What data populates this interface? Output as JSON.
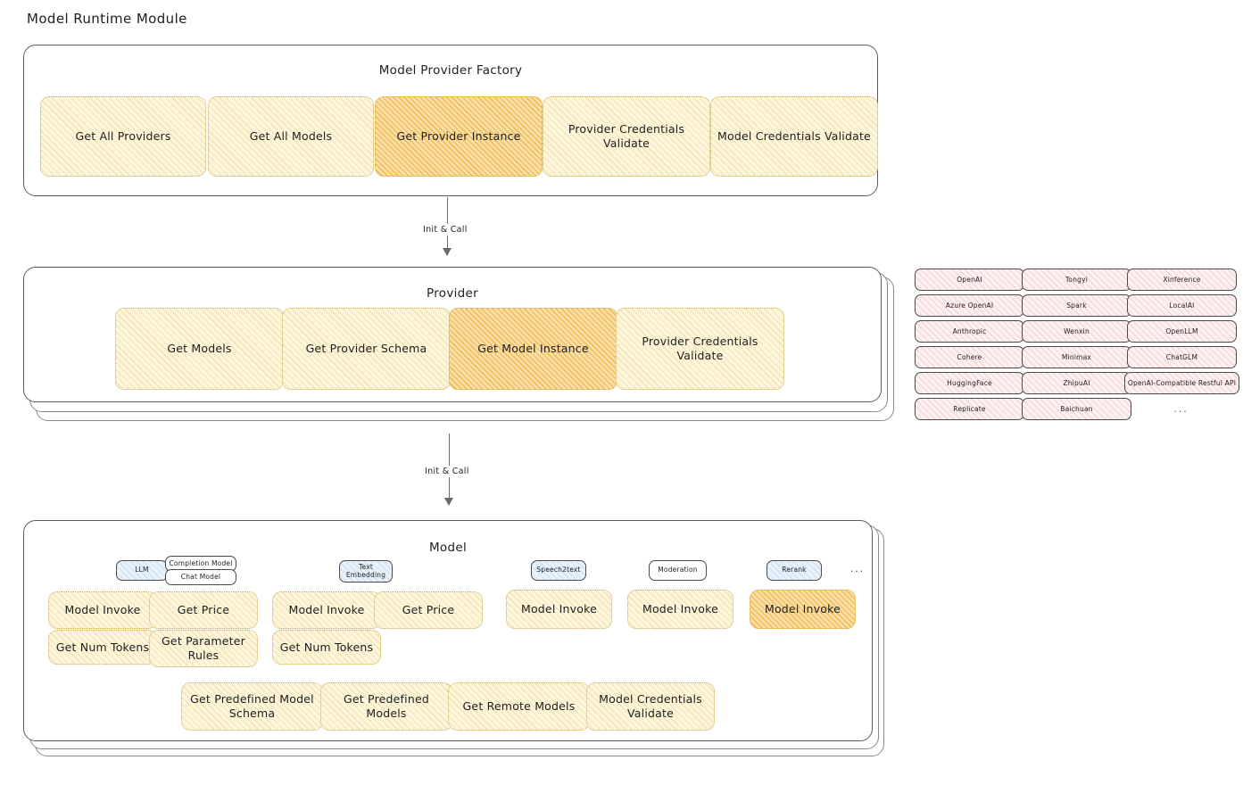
{
  "page": {
    "title": "Model Runtime Module"
  },
  "factory": {
    "title": "Model Provider Factory",
    "nodes": [
      {
        "label": "Get All Providers",
        "highlight": false
      },
      {
        "label": "Get All Models",
        "highlight": false
      },
      {
        "label": "Get Provider Instance",
        "highlight": true
      },
      {
        "label": "Provider Credentials Validate",
        "highlight": false
      },
      {
        "label": "Model Credentials Validate",
        "highlight": false
      }
    ]
  },
  "arrows": [
    {
      "label": "Init & Call"
    },
    {
      "label": "Init & Call"
    }
  ],
  "provider": {
    "title": "Provider",
    "nodes": [
      {
        "label": "Get Models",
        "highlight": false
      },
      {
        "label": "Get Provider Schema",
        "highlight": false
      },
      {
        "label": "Get Model Instance",
        "highlight": true
      },
      {
        "label": "Provider Credentials Validate",
        "highlight": false
      }
    ]
  },
  "provider_list": {
    "columns": [
      [
        "OpenAI",
        "Azure OpenAI",
        "Anthropic",
        "Cohere",
        "HuggingFace",
        "Replicate"
      ],
      [
        "Tongyi",
        "Spark",
        "Wenxin",
        "Minimax",
        "ZhipuAI",
        "Baichuan"
      ],
      [
        "Xinference",
        "LocalAI",
        "OpenLLM",
        "ChatGLM",
        "OpenAI-Compatible Restful API"
      ]
    ],
    "ellipsis": "..."
  },
  "model": {
    "title": "Model",
    "ellipsis": "...",
    "types": [
      {
        "name": "LLM",
        "style": "filled",
        "sub": [
          "Completion Model",
          "Chat Model"
        ]
      },
      {
        "name": "Text\nEmbedding",
        "style": "filled",
        "sub": []
      },
      {
        "name": "Speech2text",
        "style": "filled",
        "sub": []
      },
      {
        "name": "Moderation",
        "style": "plain",
        "sub": []
      },
      {
        "name": "Rerank",
        "style": "filled",
        "sub": []
      }
    ],
    "type_labels": {
      "llm": "LLM",
      "completion_model": "Completion Model",
      "chat_model": "Chat Model",
      "text_embedding": "Text Embedding",
      "speech2text": "Speech2text",
      "moderation": "Moderation",
      "rerank": "Rerank"
    },
    "llm_ops": {
      "model_invoke": "Model Invoke",
      "get_price": "Get Price",
      "get_num_tokens": "Get Num Tokens",
      "get_parameter_rules": "Get Parameter Rules"
    },
    "embedding_ops": {
      "model_invoke": "Model Invoke",
      "get_price": "Get Price",
      "get_num_tokens": "Get Num Tokens"
    },
    "speech2text_ops": {
      "model_invoke": "Model Invoke"
    },
    "moderation_ops": {
      "model_invoke": "Model Invoke"
    },
    "rerank_ops": {
      "model_invoke": "Model Invoke"
    },
    "common_ops": [
      "Get Predefined Model Schema",
      "Get Predefined Models",
      "Get Remote Models",
      "Model Credentials Validate"
    ]
  },
  "colors": {
    "node_fill": "#fdf6df",
    "node_stroke": "#c9ab59",
    "node_highlight_fill": "#fbe0ab",
    "chip_fill": "#fdf0f0",
    "badge_fill": "#e8f2fb",
    "panel_stroke": "#5c5c5c",
    "text": "#1e1e1e"
  }
}
